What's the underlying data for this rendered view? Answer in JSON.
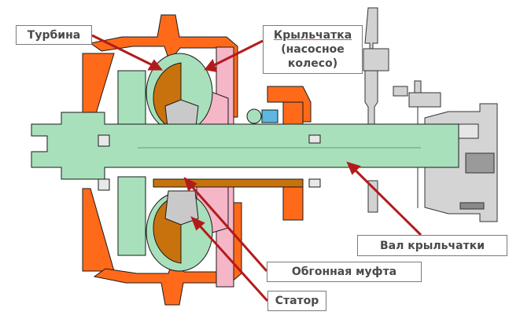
{
  "diagram": {
    "subject": "torque-converter-cross-section",
    "colors": {
      "housing": "#ff6a1a",
      "turbine": "#c8720e",
      "pump": "#f5b6c8",
      "stator": "#c9c9c9",
      "shaft": "#a8e0bc",
      "outline": "#1a1a1a",
      "arrow": "#b31b1b",
      "label_border": "#7a7a7a",
      "label_text": "#4a4a4a"
    }
  },
  "labels": {
    "turbine": "Турбина",
    "impeller_line1": "Крыльчатка",
    "impeller_line2": "(насосное",
    "impeller_line3": "колесо)",
    "impeller_shaft": "Вал крыльчатки",
    "one_way_clutch": "Обгонная муфта",
    "stator": "Статор"
  }
}
